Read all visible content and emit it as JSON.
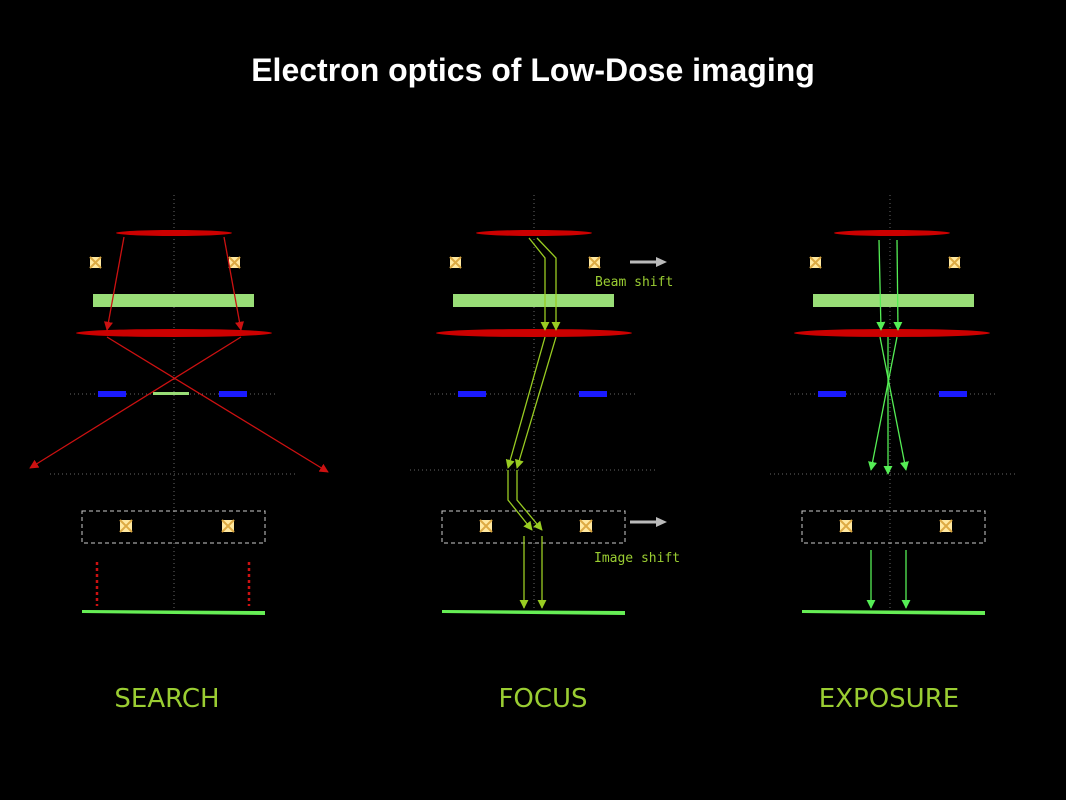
{
  "title": "Electron optics of Low-Dose imaging",
  "annotations": {
    "beam_shift": "Beam shift",
    "image_shift": "Image shift"
  },
  "panels": [
    {
      "label": "SEARCH"
    },
    {
      "label": "FOCUS"
    },
    {
      "label": "EXPOSURE"
    }
  ],
  "colors": {
    "background": "#000000",
    "lens": "#cc0000",
    "specimen": "#99dd77",
    "aperture": "#1a1aff",
    "screen": "#66ee55",
    "label_green": "#9acd32",
    "beam_red": "#cc1111",
    "beam_yellow_green": "#99cc22",
    "beam_bright_green": "#55ee55",
    "shift_arrow": "#bbbbbb"
  },
  "icons": {
    "deflector": "deflector-coil-icon",
    "shift_arrow": "right-arrow-icon"
  }
}
